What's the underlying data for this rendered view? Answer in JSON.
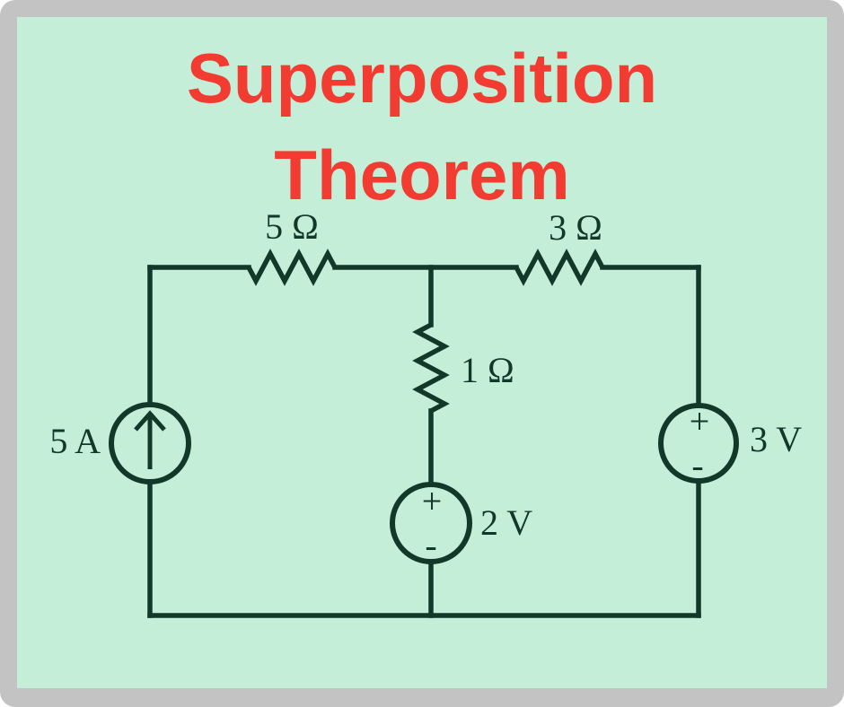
{
  "title": {
    "line1": "Superposition",
    "line2": "Theorem"
  },
  "colors": {
    "frame_gray": "#c3c3c3",
    "panel_mint": "#c5eed9",
    "title_red": "#f23b31",
    "circuit_green": "#12382a"
  },
  "circuit": {
    "resistors": [
      {
        "name": "top-left-resistor",
        "label": "5 Ω"
      },
      {
        "name": "top-right-resistor",
        "label": "3 Ω"
      },
      {
        "name": "middle-resistor",
        "label": "1 Ω"
      }
    ],
    "sources": [
      {
        "name": "current-source",
        "type": "current",
        "label": "5 A"
      },
      {
        "name": "middle-voltage-source",
        "type": "voltage",
        "label": "2 V",
        "plus": "+",
        "minus": "-"
      },
      {
        "name": "right-voltage-source",
        "type": "voltage",
        "label": "3 V",
        "plus": "+",
        "minus": "-"
      }
    ]
  }
}
